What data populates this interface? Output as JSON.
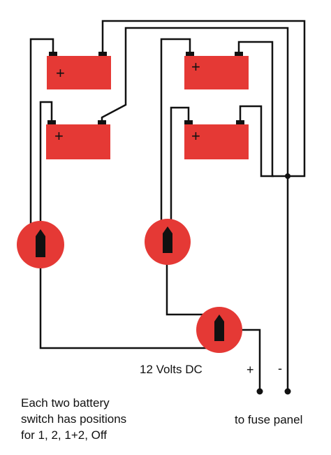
{
  "batteries": [
    {
      "id": "battery-top-left",
      "terminal_symbol": "+"
    },
    {
      "id": "battery-mid-left",
      "terminal_symbol": "+"
    },
    {
      "id": "battery-top-right",
      "terminal_symbol": "+"
    },
    {
      "id": "battery-mid-right",
      "terminal_symbol": "+"
    }
  ],
  "switches": [
    {
      "id": "switch-left",
      "kind": "battery-selector-switch"
    },
    {
      "id": "switch-middle",
      "kind": "battery-selector-switch"
    },
    {
      "id": "switch-combined",
      "kind": "battery-selector-switch"
    }
  ],
  "labels": {
    "output_voltage": "12 Volts DC",
    "positive_terminal": "+",
    "negative_terminal": "-",
    "destination": "to fuse panel",
    "note_line1": "Each two battery",
    "note_line2": "switch has positions",
    "note_line3": "for 1, 2, 1+2, Off"
  },
  "colors": {
    "battery_fill": "#e53935",
    "switch_fill": "#e53935",
    "wire": "#111111",
    "background": "#ffffff"
  }
}
